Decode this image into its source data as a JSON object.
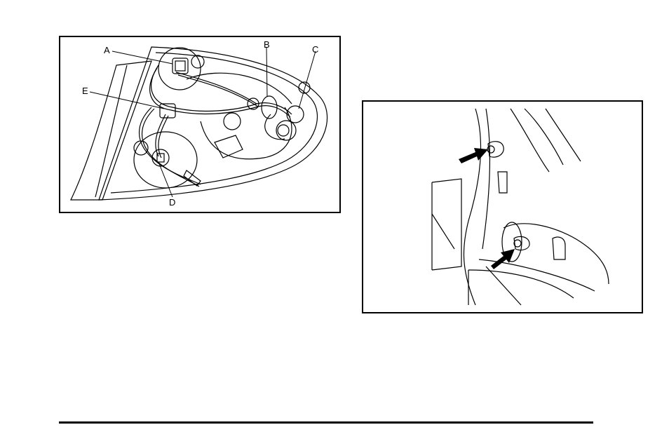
{
  "figures": {
    "tail_lamp": {
      "callouts": {
        "a": "A",
        "b": "B",
        "c": "C",
        "d": "D",
        "e": "E"
      }
    },
    "trunk_panel": {
      "arrows": 2
    }
  },
  "colors": {
    "line": "#000000",
    "background": "#ffffff"
  }
}
